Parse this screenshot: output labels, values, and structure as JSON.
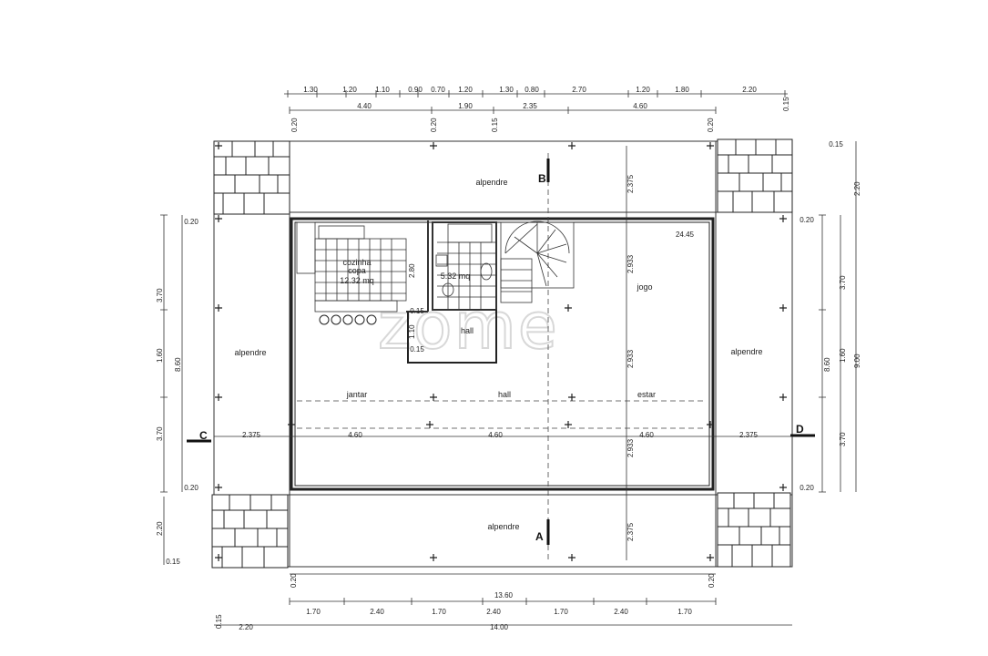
{
  "watermark": "zome",
  "rooms": {
    "alpendre": "alpendre",
    "cozinha": "cozinha",
    "copa": "copa",
    "area_cozinha": "12.32 mq",
    "area_wc": "5.32 mq",
    "hall": "hall",
    "jogo": "jogo",
    "jantar": "jantar",
    "estar": "estar",
    "note": "24.45"
  },
  "sections": {
    "a": "A",
    "b": "B",
    "c": "C",
    "d": "D"
  },
  "dims_top_row1": [
    "1.30",
    "1.20",
    "1.10",
    "0.90",
    "0.70",
    "1.20",
    "1.30",
    "0.80",
    "2.70",
    "1.20",
    "1.80",
    "2.20"
  ],
  "dims_top_row2": [
    "4.40",
    "1.90",
    "2.35",
    "4.60"
  ],
  "dims_top_small": [
    "0.20",
    "0.20",
    "0.15",
    "0.20",
    "0.15"
  ],
  "dims_bottom_row1": [
    "1.70",
    "2.40",
    "1.70",
    "2.40",
    "1.70",
    "2.40",
    "1.70"
  ],
  "dims_bottom_total1": "13.60",
  "dims_bottom_total2": "14.00",
  "dims_bottom_small": [
    "0.20",
    "0.20",
    "0.15",
    "2.20"
  ],
  "dims_left": [
    "0.20",
    "3.70",
    "1.60",
    "8.60",
    "3.70",
    "0.20",
    "2.20",
    "0.15"
  ],
  "dims_right": [
    "0.15",
    "2.20",
    "0.20",
    "3.70",
    "8.60",
    "1.60",
    "9.00",
    "3.70",
    "0.20"
  ],
  "dims_mid_vertical": [
    "2.375",
    "2.933",
    "2.933",
    "2.933",
    "2.375"
  ],
  "dims_mid_horizontal": [
    "2.375",
    "4.60",
    "4.60",
    "4.60",
    "2.375"
  ],
  "dims_kitchen": [
    "2.80",
    "0.15",
    "1.10",
    "0.15"
  ]
}
